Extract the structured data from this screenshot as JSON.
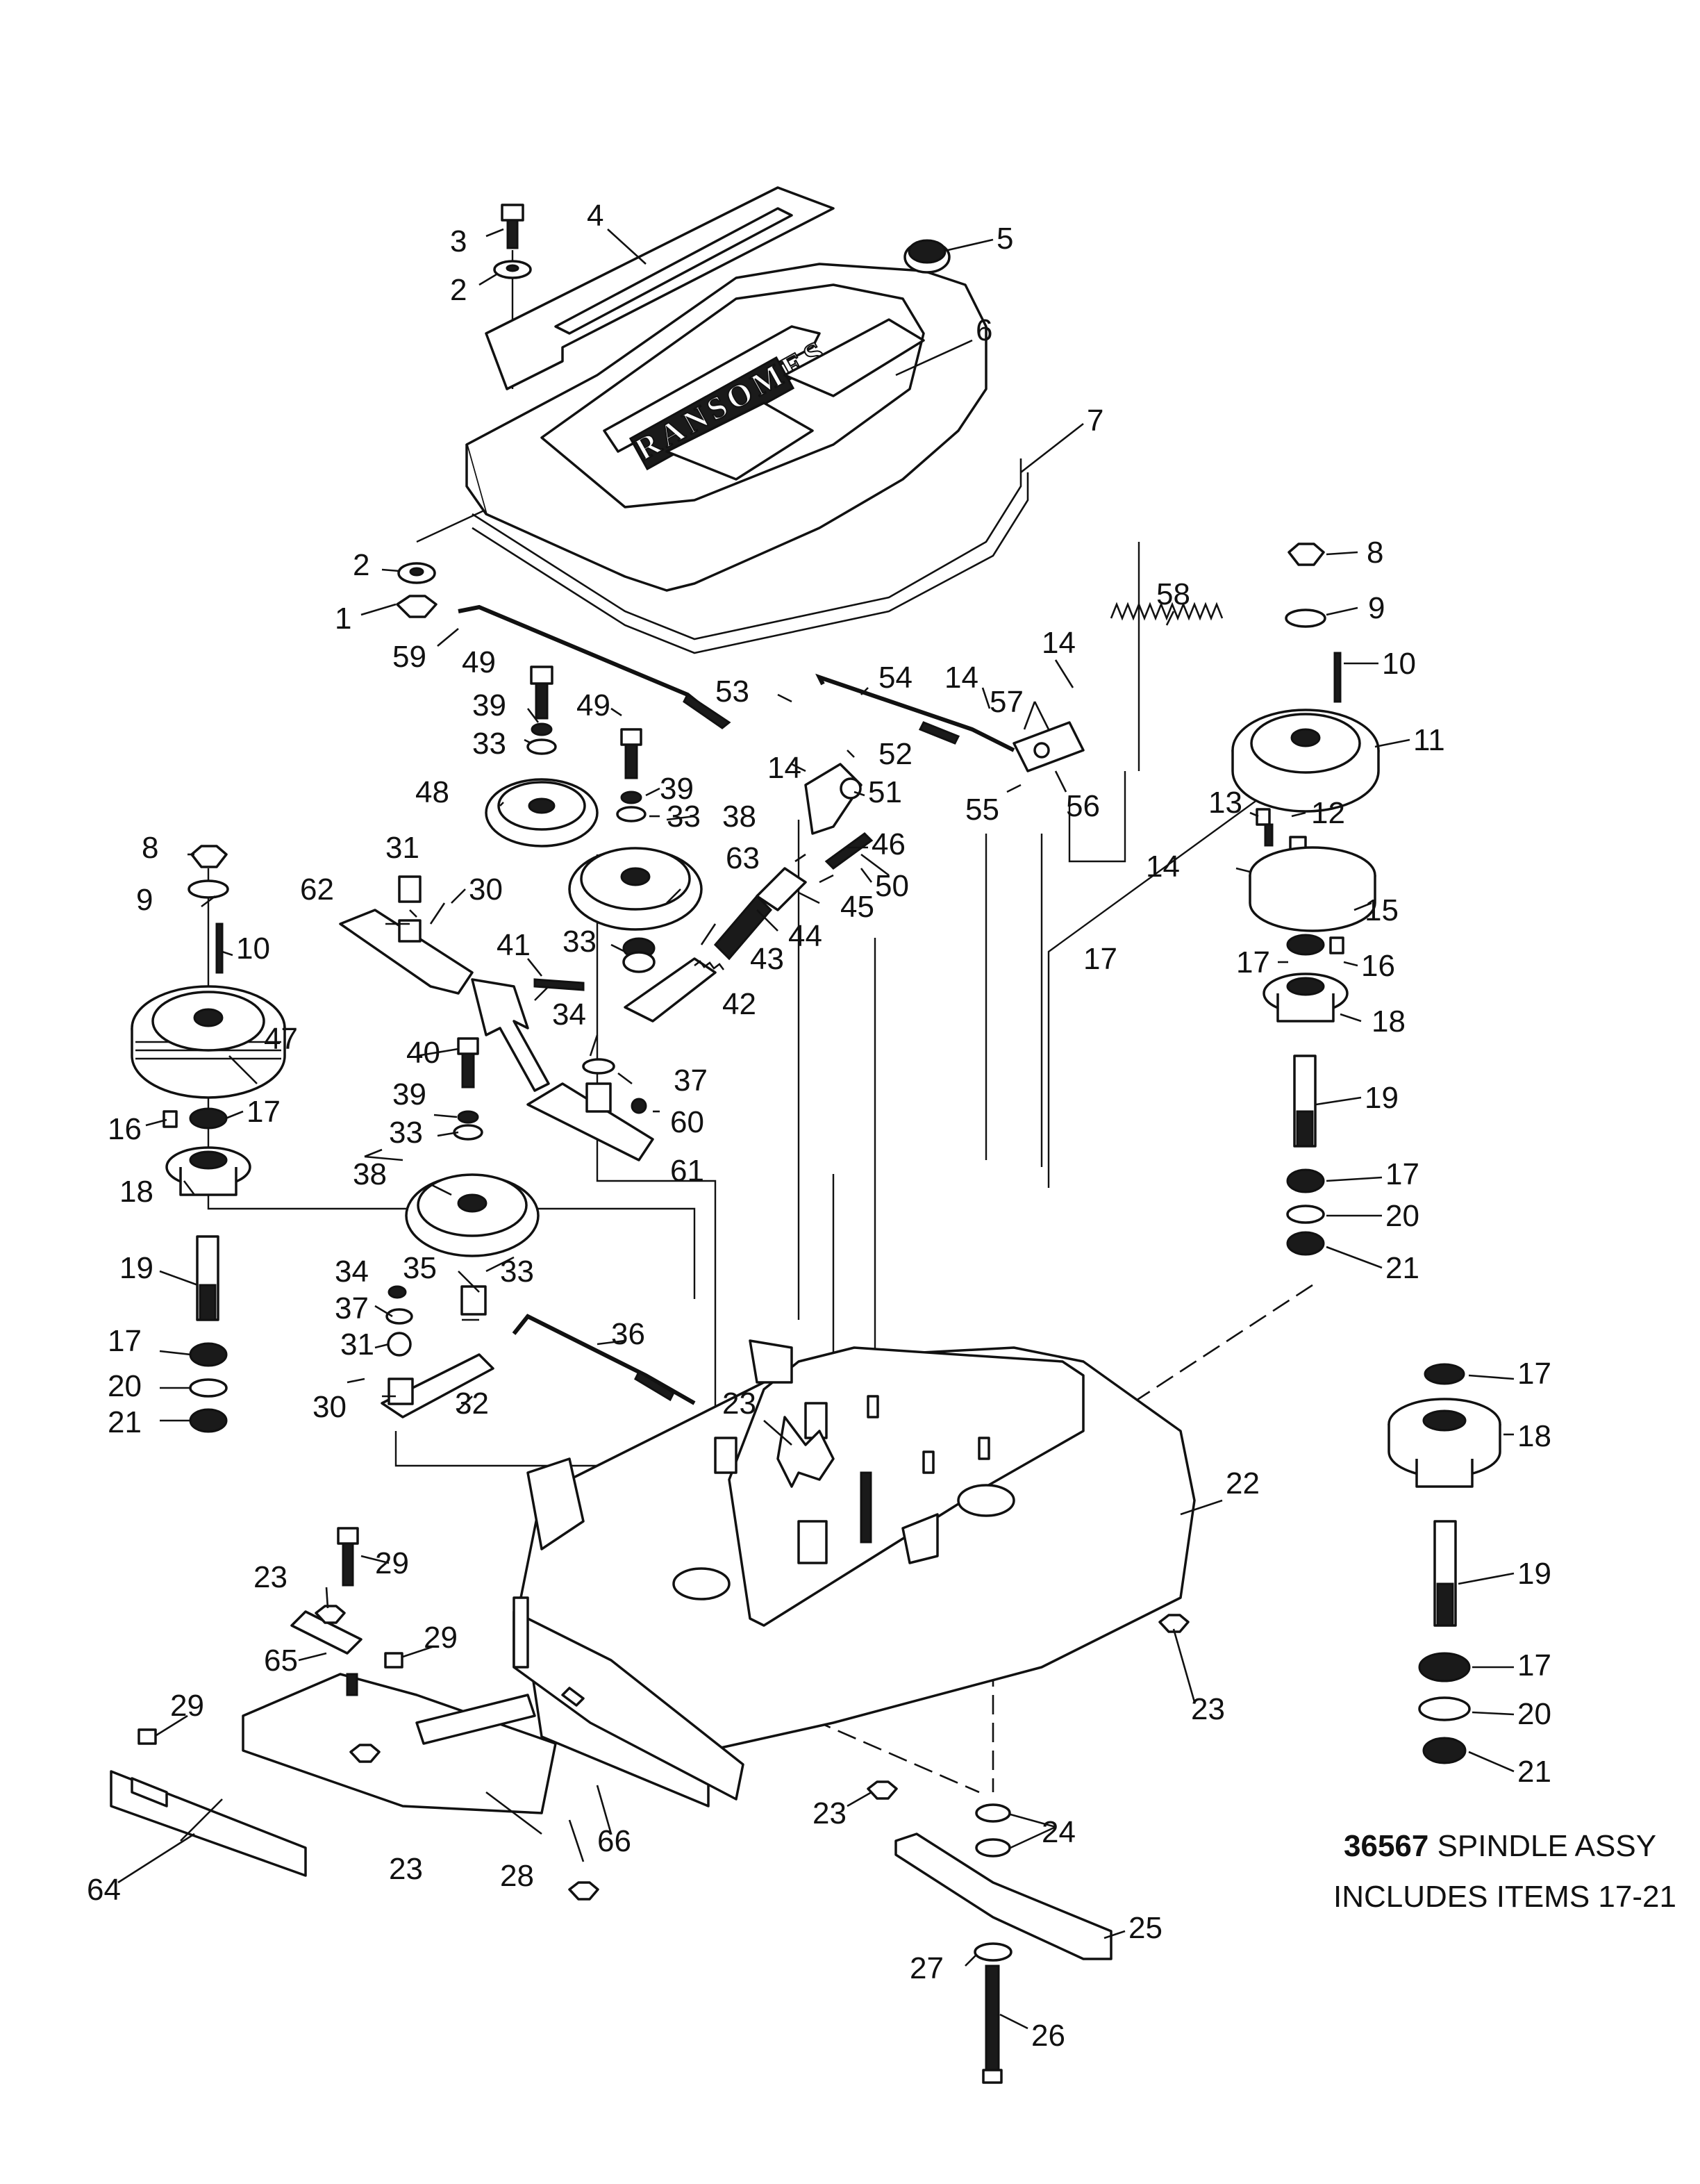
{
  "brand_text": "RANSOMES",
  "note": {
    "part_number": "36567",
    "line1_rest": " SPINDLE ASSY",
    "line2": "INCLUDES ITEMS 17-21"
  },
  "callouts": [
    {
      "id": "c1",
      "text": "1"
    },
    {
      "id": "c2a",
      "text": "2"
    },
    {
      "id": "c2b",
      "text": "2"
    },
    {
      "id": "c3",
      "text": "3"
    },
    {
      "id": "c4",
      "text": "4"
    },
    {
      "id": "c5",
      "text": "5"
    },
    {
      "id": "c6",
      "text": "6"
    },
    {
      "id": "c7",
      "text": "7"
    },
    {
      "id": "c8a",
      "text": "8"
    },
    {
      "id": "c8b",
      "text": "8"
    },
    {
      "id": "c9a",
      "text": "9"
    },
    {
      "id": "c9b",
      "text": "9"
    },
    {
      "id": "c10a",
      "text": "10"
    },
    {
      "id": "c10b",
      "text": "10"
    },
    {
      "id": "c11",
      "text": "11"
    },
    {
      "id": "c12",
      "text": "12"
    },
    {
      "id": "c13",
      "text": "13"
    },
    {
      "id": "c14a",
      "text": "14"
    },
    {
      "id": "c14b",
      "text": "14"
    },
    {
      "id": "c14c",
      "text": "14"
    },
    {
      "id": "c14d",
      "text": "14"
    },
    {
      "id": "c15",
      "text": "15"
    },
    {
      "id": "c16a",
      "text": "16"
    },
    {
      "id": "c16b",
      "text": "16"
    },
    {
      "id": "c17a",
      "text": "17"
    },
    {
      "id": "c17b",
      "text": "17"
    },
    {
      "id": "c17c",
      "text": "17"
    },
    {
      "id": "c17d",
      "text": "17"
    },
    {
      "id": "c17e",
      "text": "17"
    },
    {
      "id": "c17f",
      "text": "17"
    },
    {
      "id": "c17g",
      "text": "17"
    },
    {
      "id": "c18a",
      "text": "18"
    },
    {
      "id": "c18b",
      "text": "18"
    },
    {
      "id": "c18c",
      "text": "18"
    },
    {
      "id": "c19a",
      "text": "19"
    },
    {
      "id": "c19b",
      "text": "19"
    },
    {
      "id": "c19c",
      "text": "19"
    },
    {
      "id": "c20a",
      "text": "20"
    },
    {
      "id": "c20b",
      "text": "20"
    },
    {
      "id": "c20c",
      "text": "20"
    },
    {
      "id": "c21a",
      "text": "21"
    },
    {
      "id": "c21b",
      "text": "21"
    },
    {
      "id": "c21c",
      "text": "21"
    },
    {
      "id": "c22",
      "text": "22"
    },
    {
      "id": "c23a",
      "text": "23"
    },
    {
      "id": "c23b",
      "text": "23"
    },
    {
      "id": "c23c",
      "text": "23"
    },
    {
      "id": "c23d",
      "text": "23"
    },
    {
      "id": "c23e",
      "text": "23"
    },
    {
      "id": "c24",
      "text": "24"
    },
    {
      "id": "c25",
      "text": "25"
    },
    {
      "id": "c26",
      "text": "26"
    },
    {
      "id": "c27",
      "text": "27"
    },
    {
      "id": "c28",
      "text": "28"
    },
    {
      "id": "c29a",
      "text": "29"
    },
    {
      "id": "c29b",
      "text": "29"
    },
    {
      "id": "c29c",
      "text": "29"
    },
    {
      "id": "c30a",
      "text": "30"
    },
    {
      "id": "c30b",
      "text": "30"
    },
    {
      "id": "c31a",
      "text": "31"
    },
    {
      "id": "c31b",
      "text": "31"
    },
    {
      "id": "c32",
      "text": "32"
    },
    {
      "id": "c33a",
      "text": "33"
    },
    {
      "id": "c33b",
      "text": "33"
    },
    {
      "id": "c33c",
      "text": "33"
    },
    {
      "id": "c33d",
      "text": "33"
    },
    {
      "id": "c33e",
      "text": "33"
    },
    {
      "id": "c34a",
      "text": "34"
    },
    {
      "id": "c34b",
      "text": "34"
    },
    {
      "id": "c35",
      "text": "35"
    },
    {
      "id": "c36",
      "text": "36"
    },
    {
      "id": "c37a",
      "text": "37"
    },
    {
      "id": "c37b",
      "text": "37"
    },
    {
      "id": "c38a",
      "text": "38"
    },
    {
      "id": "c38b",
      "text": "38"
    },
    {
      "id": "c39a",
      "text": "39"
    },
    {
      "id": "c39b",
      "text": "39"
    },
    {
      "id": "c39c",
      "text": "39"
    },
    {
      "id": "c40",
      "text": "40"
    },
    {
      "id": "c41",
      "text": "41"
    },
    {
      "id": "c42",
      "text": "42"
    },
    {
      "id": "c43",
      "text": "43"
    },
    {
      "id": "c44",
      "text": "44"
    },
    {
      "id": "c45",
      "text": "45"
    },
    {
      "id": "c46",
      "text": "46"
    },
    {
      "id": "c47",
      "text": "47"
    },
    {
      "id": "c48",
      "text": "48"
    },
    {
      "id": "c49a",
      "text": "49"
    },
    {
      "id": "c49b",
      "text": "49"
    },
    {
      "id": "c50",
      "text": "50"
    },
    {
      "id": "c51",
      "text": "51"
    },
    {
      "id": "c52",
      "text": "52"
    },
    {
      "id": "c53",
      "text": "53"
    },
    {
      "id": "c54",
      "text": "54"
    },
    {
      "id": "c55",
      "text": "55"
    },
    {
      "id": "c56",
      "text": "56"
    },
    {
      "id": "c57",
      "text": "57"
    },
    {
      "id": "c58",
      "text": "58"
    },
    {
      "id": "c59",
      "text": "59"
    },
    {
      "id": "c60",
      "text": "60"
    },
    {
      "id": "c61",
      "text": "61"
    },
    {
      "id": "c62",
      "text": "62"
    },
    {
      "id": "c63",
      "text": "63"
    },
    {
      "id": "c64",
      "text": "64"
    },
    {
      "id": "c65",
      "text": "65"
    },
    {
      "id": "c66",
      "text": "66"
    }
  ]
}
